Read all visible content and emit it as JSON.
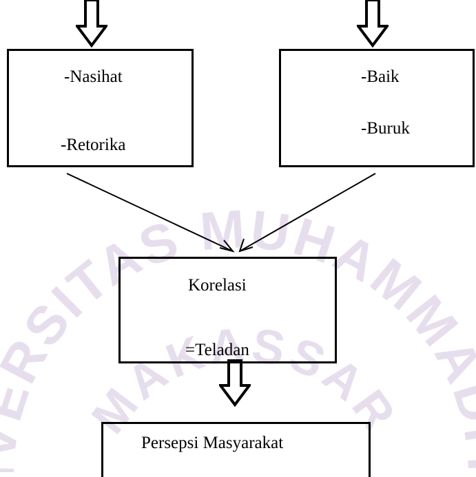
{
  "watermark": {
    "text_upper": "UNIVERSITAS MUHAMMADIYAH",
    "text_lower": "MAKASSAR",
    "color": "#c9b6d6"
  },
  "left_box": {
    "line1": "-Nasihat",
    "line2": "-Retorika"
  },
  "right_box": {
    "line1": "-Baik",
    "line2": "-Buruk"
  },
  "middle_box": {
    "line1": "Korelasi",
    "line2": "=Teladan"
  },
  "bottom_box": {
    "line1": "Persepsi Masyarakat"
  }
}
